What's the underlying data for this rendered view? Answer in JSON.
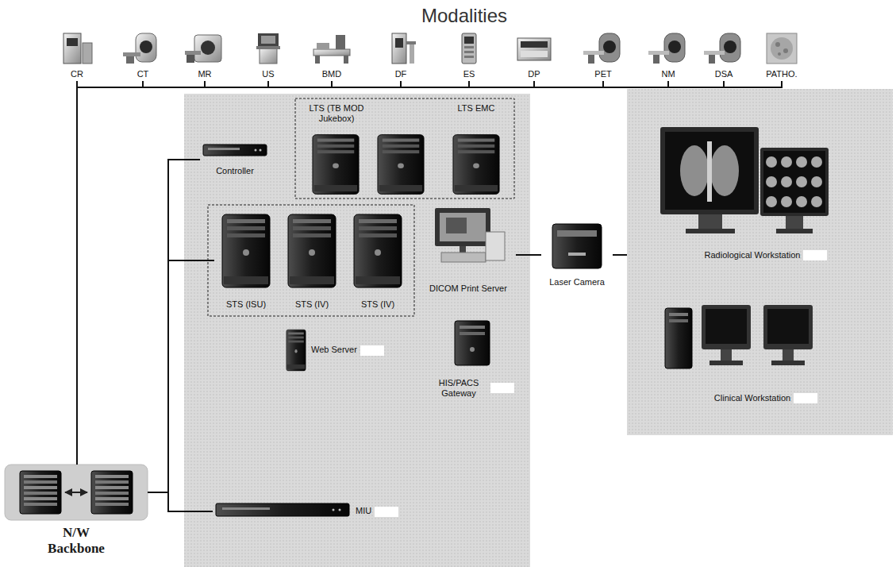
{
  "diagram": {
    "title": "Modalities",
    "nodes": [
      {
        "text": [
          "CR"
        ]
      },
      {
        "text": [
          "CT"
        ]
      },
      {
        "text": [
          "MR"
        ]
      },
      {
        "text": [
          "US"
        ]
      },
      {
        "text": [
          "BMD"
        ]
      },
      {
        "text": [
          "DF"
        ]
      },
      {
        "text": [
          "ES"
        ]
      },
      {
        "text": [
          "DP"
        ]
      },
      {
        "text": [
          "PET"
        ]
      },
      {
        "text": [
          "NM"
        ]
      },
      {
        "text": [
          "DSA"
        ]
      },
      {
        "text": [
          "PATHO."
        ]
      },
      {
        "text": [
          "N/W Backbone"
        ]
      },
      {
        "text": [
          "Controller"
        ]
      },
      {
        "text": [
          "LTS (TB MOD Jukebox)"
        ]
      },
      {
        "text": [
          "LTS EMC"
        ]
      },
      {
        "text": [
          "STS (ISU)"
        ]
      },
      {
        "text": [
          "STS (IV)"
        ]
      },
      {
        "text": [
          "STS (IV)"
        ]
      },
      {
        "text": [
          "DICOM Print Server"
        ]
      },
      {
        "text": [
          "Web Server"
        ]
      },
      {
        "text": [
          "MIU"
        ]
      },
      {
        "text": [
          "HIS/PACS Gateway"
        ]
      },
      {
        "text": [
          "Laser Camera"
        ]
      },
      {
        "text": [
          "Radiological Workstation"
        ]
      },
      {
        "text": [
          "Clinical Workstation"
        ]
      }
    ],
    "edges": [
      {
        "from": 0,
        "to": 12,
        "arrow": "none"
      },
      {
        "from": 1,
        "to": 12,
        "arrow": "none"
      },
      {
        "from": 2,
        "to": 12,
        "arrow": "none"
      },
      {
        "from": 3,
        "to": 12,
        "arrow": "none"
      },
      {
        "from": 4,
        "to": 12,
        "arrow": "none"
      },
      {
        "from": 5,
        "to": 12,
        "arrow": "none"
      },
      {
        "from": 6,
        "to": 12,
        "arrow": "none"
      },
      {
        "from": 7,
        "to": 12,
        "arrow": "none"
      },
      {
        "from": 8,
        "to": 12,
        "arrow": "none"
      },
      {
        "from": 9,
        "to": 12,
        "arrow": "none"
      },
      {
        "from": 10,
        "to": 12,
        "arrow": "none"
      },
      {
        "from": 11,
        "to": 12,
        "arrow": "none"
      },
      {
        "from": 12,
        "to": 13,
        "arrow": "none"
      },
      {
        "from": 12,
        "to": 16,
        "arrow": "none"
      },
      {
        "from": 12,
        "to": 21,
        "arrow": "none"
      },
      {
        "from": 19,
        "to": 23,
        "arrow": "none"
      }
    ]
  }
}
